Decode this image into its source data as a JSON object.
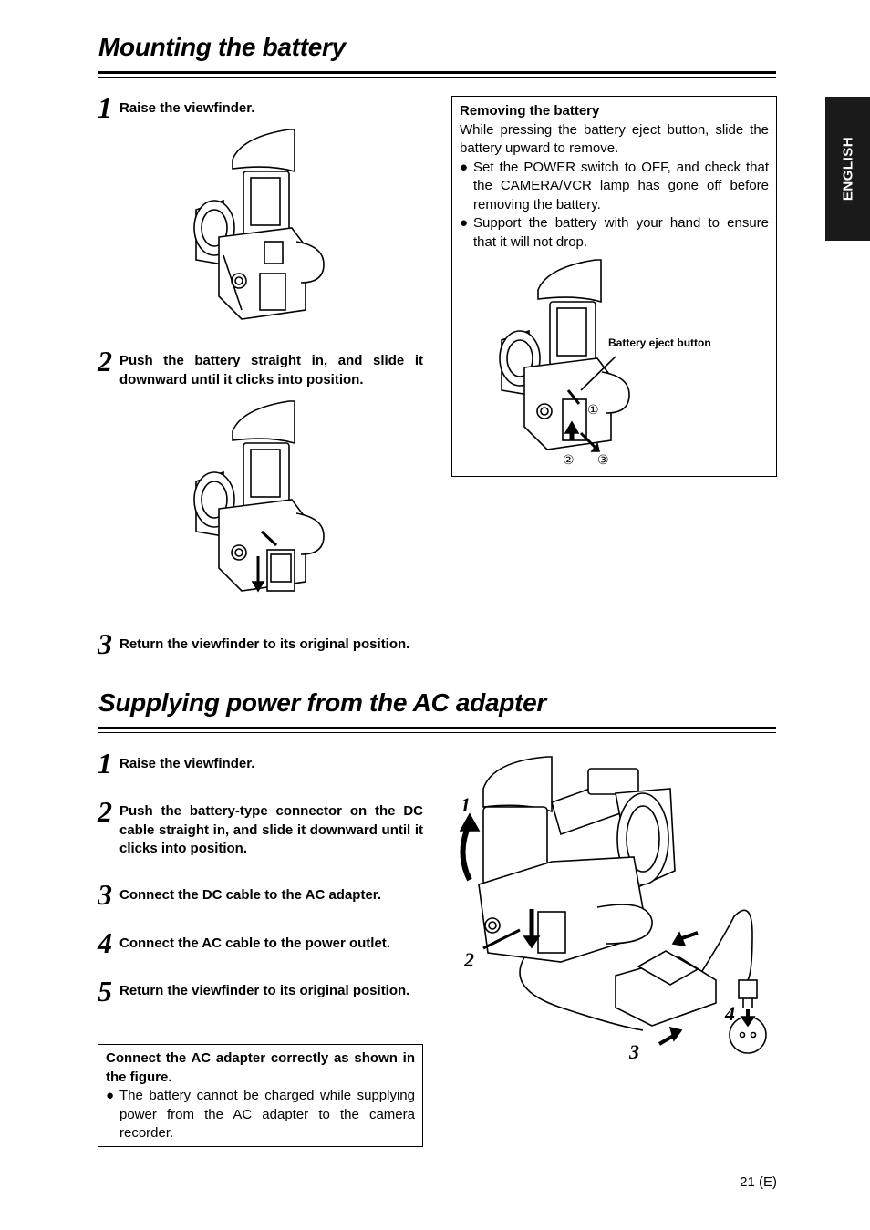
{
  "sidebar_tab": "ENGLISH",
  "section1": {
    "title": "Mounting the battery",
    "steps": [
      {
        "num": "1",
        "text": "Raise the viewfinder."
      },
      {
        "num": "2",
        "text": "Push the battery straight in, and slide it downward until it clicks into position."
      },
      {
        "num": "3",
        "text": "Return the viewfinder to its original position."
      }
    ],
    "removing_box": {
      "heading": "Removing the battery",
      "intro": "While pressing the battery eject button, slide the battery upward to remove.",
      "bullet_symbol": "●",
      "bullets": [
        "Set the POWER switch to OFF, and check that the CAMERA/VCR lamp has gone off before removing the battery.",
        "Support the battery with your hand to ensure that it will not drop."
      ],
      "figure_label": "Battery eject button",
      "callouts": [
        "①",
        "②",
        "③"
      ]
    }
  },
  "section2": {
    "title": "Supplying power from the AC adapter",
    "steps": [
      {
        "num": "1",
        "text": "Raise the viewfinder."
      },
      {
        "num": "2",
        "text": "Push the battery-type connector on the DC cable straight in, and slide it downward until it clicks into position."
      },
      {
        "num": "3",
        "text": "Connect the DC cable to the AC adapter."
      },
      {
        "num": "4",
        "text": "Connect the AC cable to the power outlet."
      },
      {
        "num": "5",
        "text": "Return the viewfinder to its original position."
      }
    ],
    "note_box": {
      "heading": "Connect the AC adapter correctly as shown in the figure.",
      "bullet_symbol": "●",
      "bullets": [
        "The battery cannot be charged while supplying power from the AC adapter to the camera recorder."
      ]
    },
    "figure_callouts": [
      "1",
      "2",
      "3",
      "4"
    ]
  },
  "page_number": "21 (E)"
}
